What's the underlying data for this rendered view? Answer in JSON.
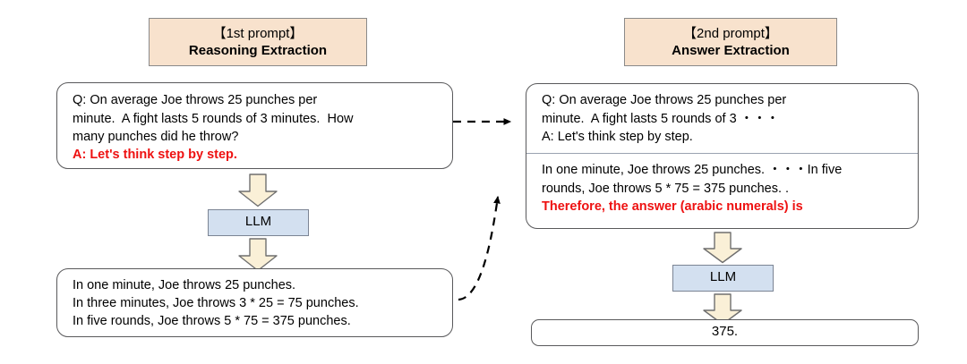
{
  "figure": {
    "background": "#ffffff",
    "accent_header_fill": "#F8E2CD",
    "accent_llm_fill": "#D3E0F0",
    "accent_arrow_fill": "#FAF0D7",
    "accent_red": "#EE1111"
  },
  "left_column": {
    "header": {
      "line1": "【1st prompt】",
      "line2": "Reasoning Extraction"
    },
    "prompt_box": {
      "body": "Q: On average Joe throws 25 punches per\nminute.  A fight lasts 5 rounds of 3 minutes.  How\nmany punches did he throw?",
      "highlight": "A: Let's think step by step."
    },
    "llm": {
      "label": "LLM"
    },
    "output_box": {
      "lines": [
        "In one minute, Joe throws 25 punches.",
        "In three minutes, Joe throws 3 * 25 = 75 punches.",
        "In five rounds, Joe throws 5 * 75 = 375 punches."
      ]
    },
    "arrow_into_llm": "down-block-arrow",
    "arrow_out_of_llm": "down-block-arrow"
  },
  "right_column": {
    "header": {
      "line1": "【2nd prompt】",
      "line2": "Answer Extraction"
    },
    "prompt_box": {
      "section_top": "Q: On average Joe throws 25 punches per\nminute.  A fight lasts 5 rounds of 3 ・・・\nA: Let's think step by step.",
      "section_bottom": "In one minute, Joe throws 25 punches. ・・・In five\nrounds, Joe throws 5 * 75 = 375 punches. .",
      "highlight": "Therefore, the answer (arabic numerals) is"
    },
    "llm": {
      "label": "LLM"
    },
    "answer_box": {
      "value": "375."
    },
    "arrow_into_llm": "down-block-arrow",
    "arrow_out_of_llm": "down-block-arrow"
  },
  "connectors": [
    {
      "name": "prompt-to-prompt",
      "style": "dashed",
      "shape": "straight",
      "direction": "left-to-right"
    },
    {
      "name": "reasoning-to-answer-prompt",
      "style": "dashed",
      "shape": "curved",
      "direction": "left-to-right"
    }
  ]
}
